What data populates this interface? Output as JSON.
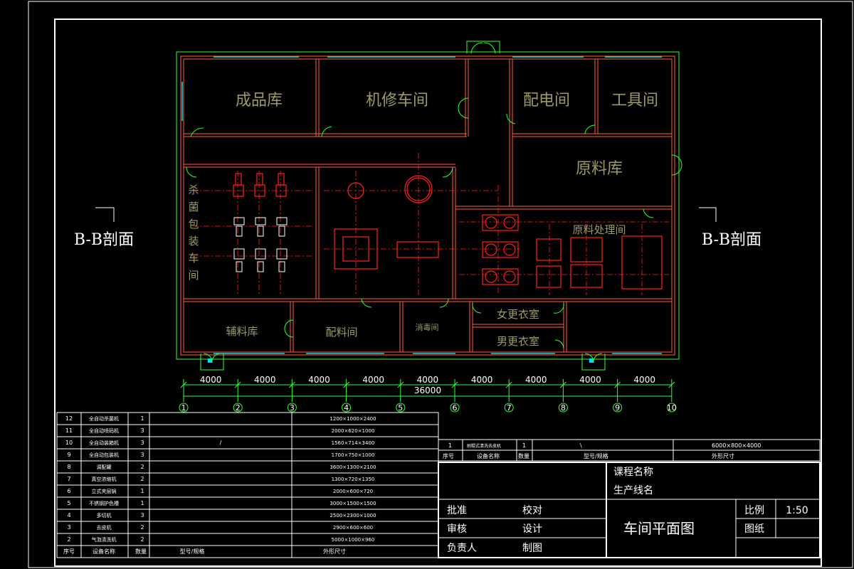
{
  "drawing": {
    "rooms": [
      {
        "id": "finished",
        "label": "成品库"
      },
      {
        "id": "repair",
        "label": "机修车间"
      },
      {
        "id": "power",
        "label": "配电间"
      },
      {
        "id": "tools",
        "label": "工具间"
      },
      {
        "id": "raw",
        "label": "原料库"
      },
      {
        "id": "raw-proc",
        "label": "原料处理间"
      },
      {
        "id": "sterile",
        "label": "杀菌包装车间"
      },
      {
        "id": "aux",
        "label": "辅料库"
      },
      {
        "id": "mixing",
        "label": "配料间"
      },
      {
        "id": "disinfect",
        "label": "消毒间"
      },
      {
        "id": "women",
        "label": "女更衣室"
      },
      {
        "id": "men",
        "label": "男更衣室"
      }
    ],
    "section_left": "B-B剖面",
    "section_right": "B-B剖面",
    "dimensions": [
      "4000",
      "4000",
      "4000",
      "4000",
      "4000",
      "4000",
      "4000",
      "4000",
      "4000"
    ],
    "total_dimension": "36000",
    "axes": [
      "1",
      "2",
      "3",
      "4",
      "5",
      "6",
      "7",
      "8",
      "9",
      "10"
    ]
  },
  "equipment_table": {
    "rows": [
      {
        "no": "12",
        "name": "全自动杀菌机",
        "qty": "1",
        "model": "",
        "size": "1200×1000×2400"
      },
      {
        "no": "11",
        "name": "全自动喷码机",
        "qty": "3",
        "model": "",
        "size": "2000×620×1000"
      },
      {
        "no": "10",
        "name": "全自动装箱机",
        "qty": "3",
        "model": "/",
        "size": "1560×714×3400"
      },
      {
        "no": "9",
        "name": "全自动包装机",
        "qty": "3",
        "model": "",
        "size": "1700×750×1000"
      },
      {
        "no": "8",
        "name": "调配罐",
        "qty": "2",
        "model": "",
        "size": "3600×1300×2100"
      },
      {
        "no": "7",
        "name": "真空浓缩机",
        "qty": "2",
        "model": "",
        "size": "1300×720×1350"
      },
      {
        "no": "6",
        "name": "立式夹层锅",
        "qty": "1",
        "model": "",
        "size": "2000×600×720"
      },
      {
        "no": "5",
        "name": "不锈钢护色槽",
        "qty": "1",
        "model": "",
        "size": "3000×1500×1500"
      },
      {
        "no": "4",
        "name": "多切机",
        "qty": "3",
        "model": "",
        "size": "2500×2300×1000"
      },
      {
        "no": "3",
        "name": "去皮机",
        "qty": "2",
        "model": "",
        "size": "2900×600×600"
      },
      {
        "no": "2",
        "name": "气泡清洗机",
        "qty": "2",
        "model": "",
        "size": "5000×1000×960"
      }
    ],
    "header": {
      "no": "序号",
      "name": "设备名称",
      "qty": "数量",
      "model": "型号/规格",
      "size": "外形尺寸"
    }
  },
  "equipment_table_right": {
    "row": {
      "no": "1",
      "name": "刷辊式清洗去皮机",
      "qty": "1",
      "model": "\\",
      "size": "6000×800×4000"
    },
    "header": {
      "no": "序号",
      "name": "设备名称",
      "qty": "数量",
      "model": "型号/规格",
      "size": "外形尺寸"
    }
  },
  "title_block": {
    "course": "课程名称",
    "line": "生产线名",
    "approve": "批准",
    "check": "校对",
    "review": "审核",
    "design": "设计",
    "responsible": "负责人",
    "draw": "制图",
    "title": "车间平面图",
    "scale_label": "比例",
    "scale_value": "1:50",
    "sheet_label": "图纸",
    "sheet_value": ""
  }
}
